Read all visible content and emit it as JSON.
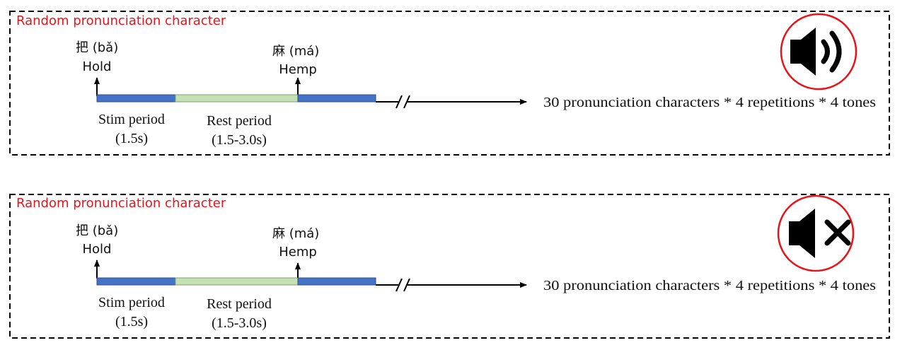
{
  "colors": {
    "heading": "#e8141b",
    "stim_bar": "#4472c4",
    "rest_bar": "#c5e0b4",
    "bar_outline": "#2f4f8a",
    "line": "#000000",
    "icon_ring": "#e8141b"
  },
  "panels": [
    {
      "heading": "Random pronunciation character",
      "char1": {
        "glyph": "把 (bǎ)",
        "meaning": "Hold"
      },
      "char2": {
        "glyph": "麻 (má)",
        "meaning": "Hemp"
      },
      "stim": {
        "label": "Stim period",
        "duration": "(1.5s)"
      },
      "rest": {
        "label": "Rest period",
        "duration": "(1.5-3.0s)"
      },
      "summary": "30 pronunciation characters * 4 repetitions * 4 tones",
      "icon": "speaker-sound-icon"
    },
    {
      "heading": "Random pronunciation character",
      "char1": {
        "glyph": "把 (bǎ)",
        "meaning": "Hold"
      },
      "char2": {
        "glyph": "麻 (má)",
        "meaning": "Hemp"
      },
      "stim": {
        "label": "Stim period",
        "duration": "(1.5s)"
      },
      "rest": {
        "label": "Rest period",
        "duration": "(1.5-3.0s)"
      },
      "summary": "30 pronunciation characters * 4 repetitions * 4 tones",
      "icon": "speaker-muted-icon"
    }
  ]
}
